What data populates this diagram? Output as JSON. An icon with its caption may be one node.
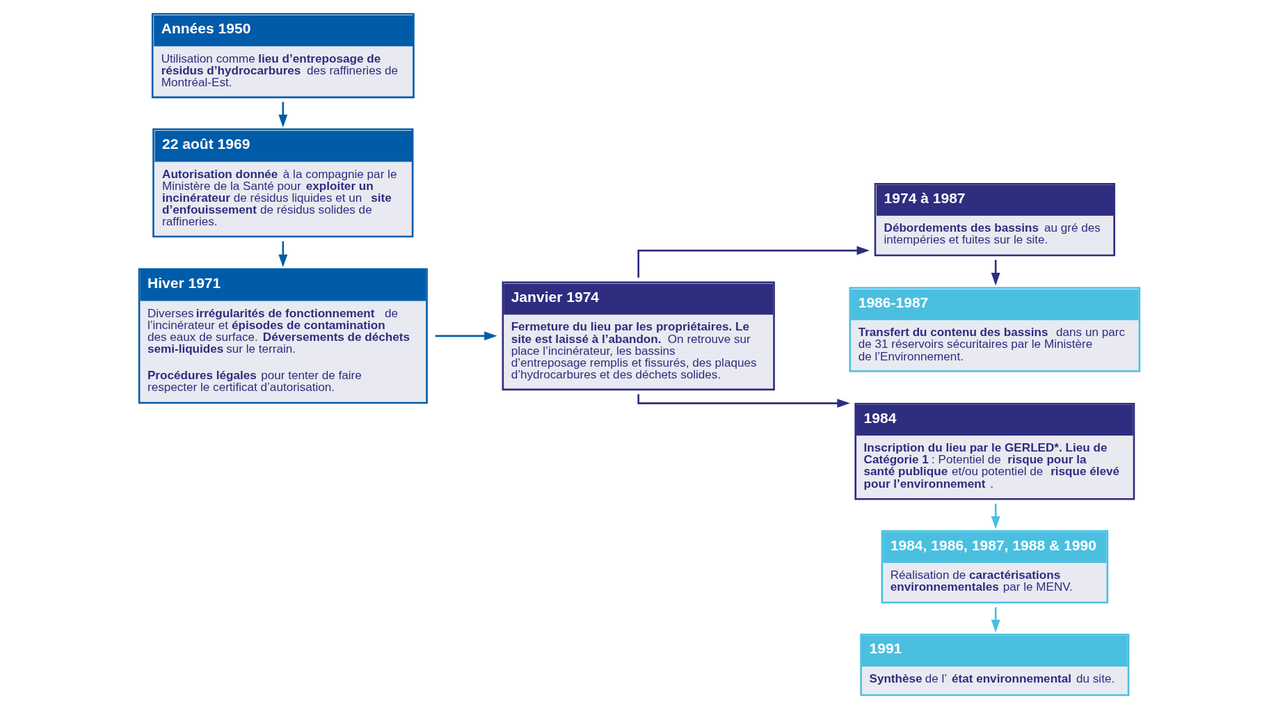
{
  "diagram": {
    "nodes": [
      {
        "text": [
          "Années 1950",
          "Utilisation comme **lieu d’entreposage de résidus d’hydrocarbures** des raffineries de Montréal-Est."
        ]
      },
      {
        "text": [
          "22 août 1969",
          "**Autorisation donnée** à la compagnie par le Ministère de la Santé pour **exploiter un incinérateur** de résidus liquides et un **site d’enfouissement** de résidus solides de raffineries."
        ]
      },
      {
        "text": [
          "Hiver 1971",
          "Diverses **irrégularités de fonctionnement** de l’incinérateur et **épisodes de contamination** des eaux de surface. **Déversements de déchets semi-liquides** sur le terrain.",
          "**Procédures légales** pour tenter de faire respecter le certificat d’autorisation."
        ]
      },
      {
        "text": [
          "Janvier 1974",
          "**Fermeture du lieu par les propriétaires. Le site est laissé à l’abandon.** On retrouve sur place l’incinérateur, les bassins d’entreposage remplis et fissurés, des plaques d’hydrocarbures et des déchets solides."
        ]
      },
      {
        "text": [
          "1974 à 1987",
          "**Débordements des bassins** au gré des intempéries et fuites sur le site."
        ]
      },
      {
        "text": [
          "1986-1987",
          "**Transfert du contenu des bassins** dans un parc de 31 réservoirs sécuritaires par le Ministère de l’Environnement."
        ]
      },
      {
        "text": [
          "1984",
          "**Inscription du lieu par le GERLED*. Lieu de Catégorie 1** : Potentiel de **risque pour la santé publique** et/ou potentiel de **risque élevé pour l’environnement**."
        ]
      },
      {
        "text": [
          "1984, 1986, 1987, 1988 & 1990",
          "Réalisation de **caractérisations environnementales** par le MENV."
        ]
      },
      {
        "text": [
          "1991",
          "**Synthèse** de l’**état environnemental** du site."
        ]
      }
    ],
    "edges": [
      {
        "from": 0,
        "to": 1,
        "arrow": "to",
        "color": "#005ca9"
      },
      {
        "from": 1,
        "to": 2,
        "arrow": "to",
        "color": "#005ca9"
      },
      {
        "from": 2,
        "to": 3,
        "arrow": "to",
        "color": "#005ca9"
      },
      {
        "from": 3,
        "to": 4,
        "arrow": "to"
      },
      {
        "from": 3,
        "to": 6,
        "arrow": "to"
      },
      {
        "from": 4,
        "to": 5,
        "arrow": "to"
      },
      {
        "from": 6,
        "to": 7,
        "arrow": "to",
        "color": "#4bbfe0"
      },
      {
        "from": 7,
        "to": 8,
        "arrow": "to",
        "color": "#4bbfe0"
      }
    ]
  }
}
